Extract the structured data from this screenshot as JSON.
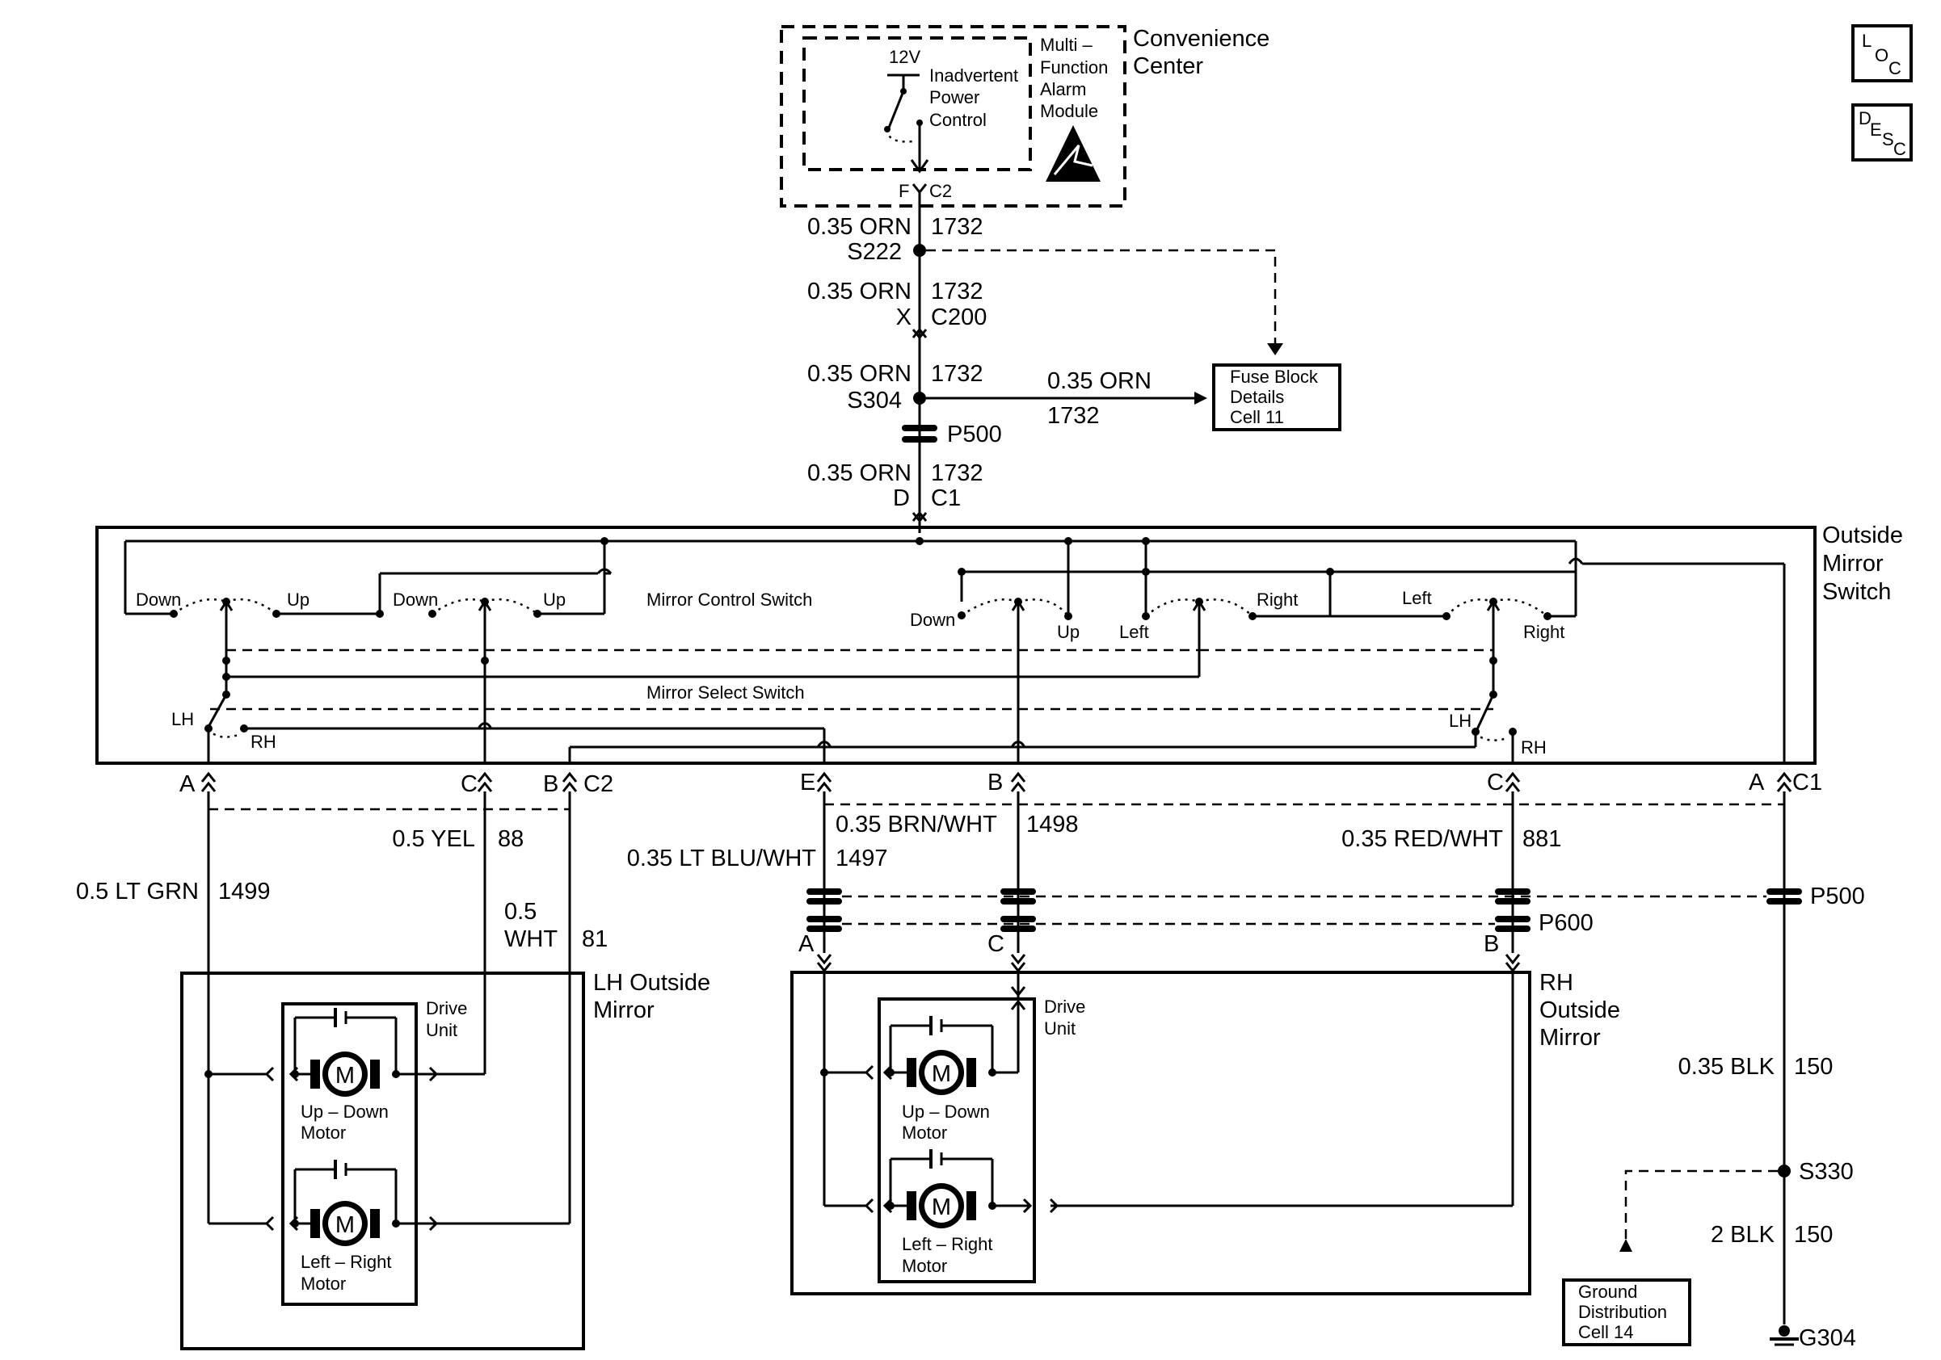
{
  "top_module": {
    "container_label_line1": "Convenience",
    "container_label_line2": "Center",
    "module_name": [
      "Multi –",
      "Function",
      "Alarm",
      "Module"
    ],
    "voltage": "12V",
    "ipc_label": [
      "Inadvertent",
      "Power",
      "Control"
    ],
    "connector_pin": "F",
    "connector_id": "C2"
  },
  "feed": {
    "wire_1": {
      "gauge_color": "0.35 ORN",
      "circuit": "1732"
    },
    "splice_1": "S222",
    "wire_2": {
      "gauge_color": "0.35 ORN",
      "circuit": "1732"
    },
    "inline_1": {
      "pin": "X",
      "connector": "C200"
    },
    "wire_3": {
      "gauge_color": "0.35 ORN",
      "circuit": "1732"
    },
    "splice_2": "S304",
    "branch_wire": {
      "gauge_color": "0.35 ORN",
      "circuit": "1732"
    },
    "fuse_ref": [
      "Fuse Block",
      "Details",
      "Cell 11"
    ],
    "passthrough_1": "P500",
    "wire_4": {
      "gauge_color": "0.35 ORN",
      "circuit": "1732"
    },
    "switch_pin": "D",
    "switch_connector": "C1"
  },
  "switch_assembly": {
    "title": [
      "Outside",
      "Mirror",
      "Switch"
    ],
    "control_switch_label": "Mirror Control Switch",
    "select_switch_label": "Mirror Select Switch",
    "positions": {
      "down": "Down",
      "up": "Up",
      "left": "Left",
      "right": "Right",
      "lh": "LH",
      "rh": "RH"
    },
    "pins": {
      "a": "A",
      "c": "C",
      "b": "B",
      "c2": "C2",
      "e": "E",
      "b2": "B",
      "c3": "C",
      "a2": "A",
      "c1": "C1"
    }
  },
  "wires": {
    "lh_green": {
      "gauge_color": "0.5 LT GRN",
      "circuit": "1499"
    },
    "lh_yel": {
      "gauge_color": "0.5 YEL",
      "circuit": "88"
    },
    "lh_wht": {
      "gauge_line1": "0.5",
      "gauge_line2": "WHT",
      "circuit": "81"
    },
    "rh_blu": {
      "gauge_color": "0.35 LT BLU/WHT",
      "circuit": "1497"
    },
    "rh_brn": {
      "gauge_color": "0.35 BRN/WHT",
      "circuit": "1498"
    },
    "rh_red": {
      "gauge_color": "0.35 RED/WHT",
      "circuit": "881"
    },
    "ground_1": {
      "gauge_color": "0.35 BLK",
      "circuit": "150"
    },
    "ground_2": {
      "gauge_color": "2 BLK",
      "circuit": "150"
    }
  },
  "connectors": {
    "p500": "P500",
    "p600": "P600",
    "rh_pin_a": "A",
    "rh_pin_c": "C",
    "rh_pin_b": "B"
  },
  "lh_mirror": {
    "title": [
      "LH Outside",
      "Mirror"
    ],
    "drive_unit": [
      "Drive",
      "Unit"
    ],
    "motor_glyph": "M",
    "motor_1": [
      "Up – Down",
      "Motor"
    ],
    "motor_2": [
      "Left – Right",
      "Motor"
    ]
  },
  "rh_mirror": {
    "title": [
      "RH",
      "Outside",
      "Mirror"
    ],
    "drive_unit": [
      "Drive",
      "Unit"
    ],
    "motor_glyph": "M",
    "motor_1": [
      "Up – Down",
      "Motor"
    ],
    "motor_2": [
      "Left – Right",
      "Motor"
    ]
  },
  "ground": {
    "splice": "S330",
    "ground_ref": [
      "Ground",
      "Distribution",
      "Cell 14"
    ],
    "ground_point": "G304"
  },
  "corner_icons": {
    "loc": [
      "L",
      "O",
      "C"
    ],
    "desc": [
      "D",
      "E",
      "S",
      "C"
    ]
  }
}
